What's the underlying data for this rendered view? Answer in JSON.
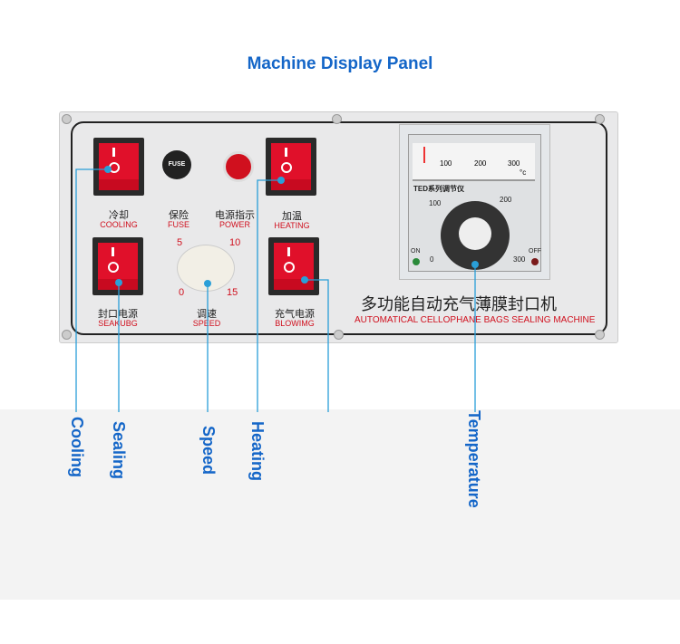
{
  "title": "Machine Display Panel",
  "panel": {
    "cooling": {
      "cn": "冷却",
      "en": "COOLING"
    },
    "fuse": {
      "cn": "保险",
      "en": "FUSE",
      "cap": "FUSE"
    },
    "power": {
      "cn": "电源指示",
      "en": "POWER"
    },
    "heating": {
      "cn": "加温",
      "en": "HEATING"
    },
    "sealing": {
      "cn": "封口电源",
      "en": "SEAKUBG"
    },
    "speed": {
      "cn": "调速",
      "en": "SPEED",
      "ticks": [
        "5",
        "10",
        "0",
        "15"
      ]
    },
    "blowing": {
      "cn": "充气电源",
      "en": "BLOWIMG"
    },
    "meter": {
      "brand": "TED系列调节仪",
      "scale": [
        "100",
        "200",
        "300"
      ],
      "unit": "°c",
      "dial": [
        "100",
        "200",
        "0",
        "300"
      ],
      "on": "ON",
      "off": "OFF"
    },
    "machine_cn": "多功能自动充气薄膜封口机",
    "machine_en": "AUTOMATICAL CELLOPHANE BAGS SEALING MACHINE"
  },
  "callouts": [
    "Cooling",
    "Sealing",
    "Speed",
    "Heating",
    "Temperature"
  ],
  "colors": {
    "accent": "#1466c8",
    "line": "#2a9fd8",
    "switch": "#e0102a"
  }
}
